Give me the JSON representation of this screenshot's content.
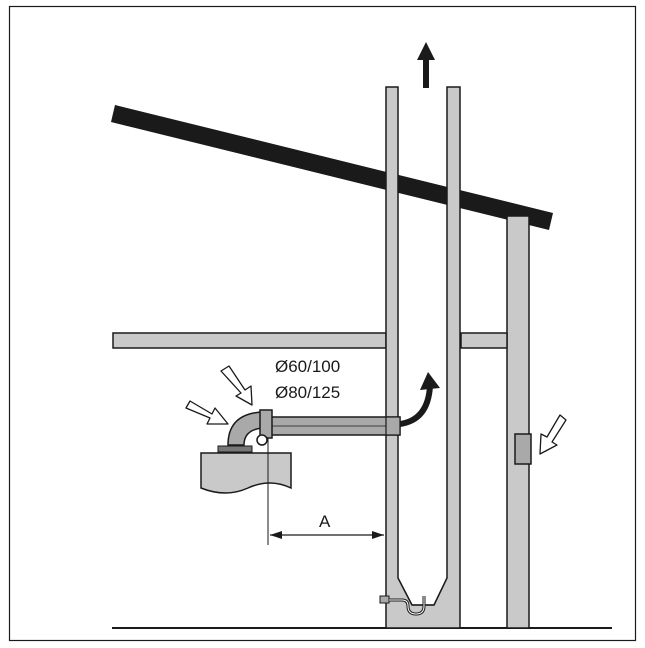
{
  "diagram": {
    "labels": {
      "pipe_diameter_1": "Ø60/100",
      "pipe_diameter_2": "Ø80/125",
      "dimension": "A"
    },
    "colors": {
      "line": "#1a1a1a",
      "wall_fill": "#c9c9c9",
      "pipe_fill": "#a9a9a9",
      "background": "#ffffff"
    }
  }
}
